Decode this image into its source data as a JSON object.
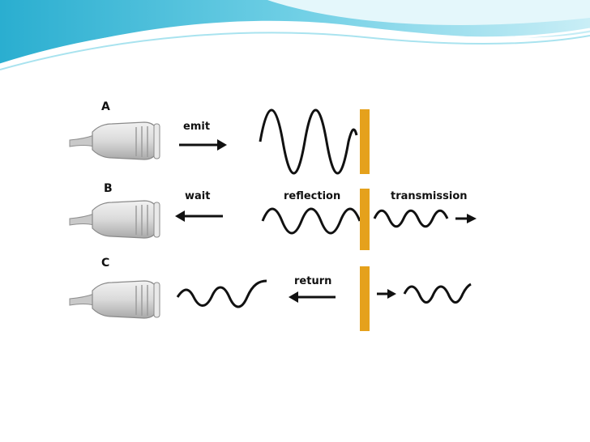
{
  "colors": {
    "banner_light": "#d8f3f8",
    "banner_mid": "#8fd9ea",
    "banner_dark": "#35b6d3",
    "barrier": "#e5a11c",
    "wave": "#111111"
  },
  "icons": [
    "ultrasound-probe-icon",
    "arrow-right-icon",
    "arrow-left-icon"
  ],
  "diagram": {
    "rows": [
      {
        "label": "A",
        "action": "emit"
      },
      {
        "label": "B",
        "action": "wait",
        "reflection": "reflection",
        "transmission": "transmission"
      },
      {
        "label": "C",
        "return": "return"
      }
    ]
  }
}
